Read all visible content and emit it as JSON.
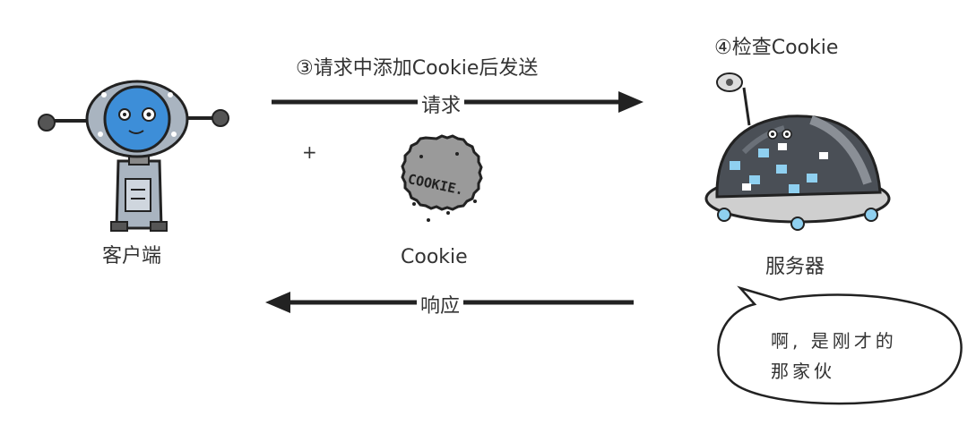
{
  "client": {
    "label": "客户端"
  },
  "server": {
    "label": "服务器",
    "step_label": "④检查Cookie"
  },
  "request": {
    "step_label": "③请求中添加Cookie后发送",
    "arrow_label": "请求",
    "plus": "+"
  },
  "cookie": {
    "label": "Cookie",
    "stamp_text": "COOKIE."
  },
  "response": {
    "arrow_label": "响应"
  },
  "speech_bubble": {
    "line1": "啊, 是刚才的",
    "line2": "那家伙"
  },
  "colors": {
    "robot_blue": "#3d8ed8",
    "robot_gray": "#a9b4c0",
    "server_dark": "#4a4f56",
    "server_light": "#8fd0f0",
    "cookie_gray": "#9a9a9a",
    "arrow": "#222222"
  }
}
